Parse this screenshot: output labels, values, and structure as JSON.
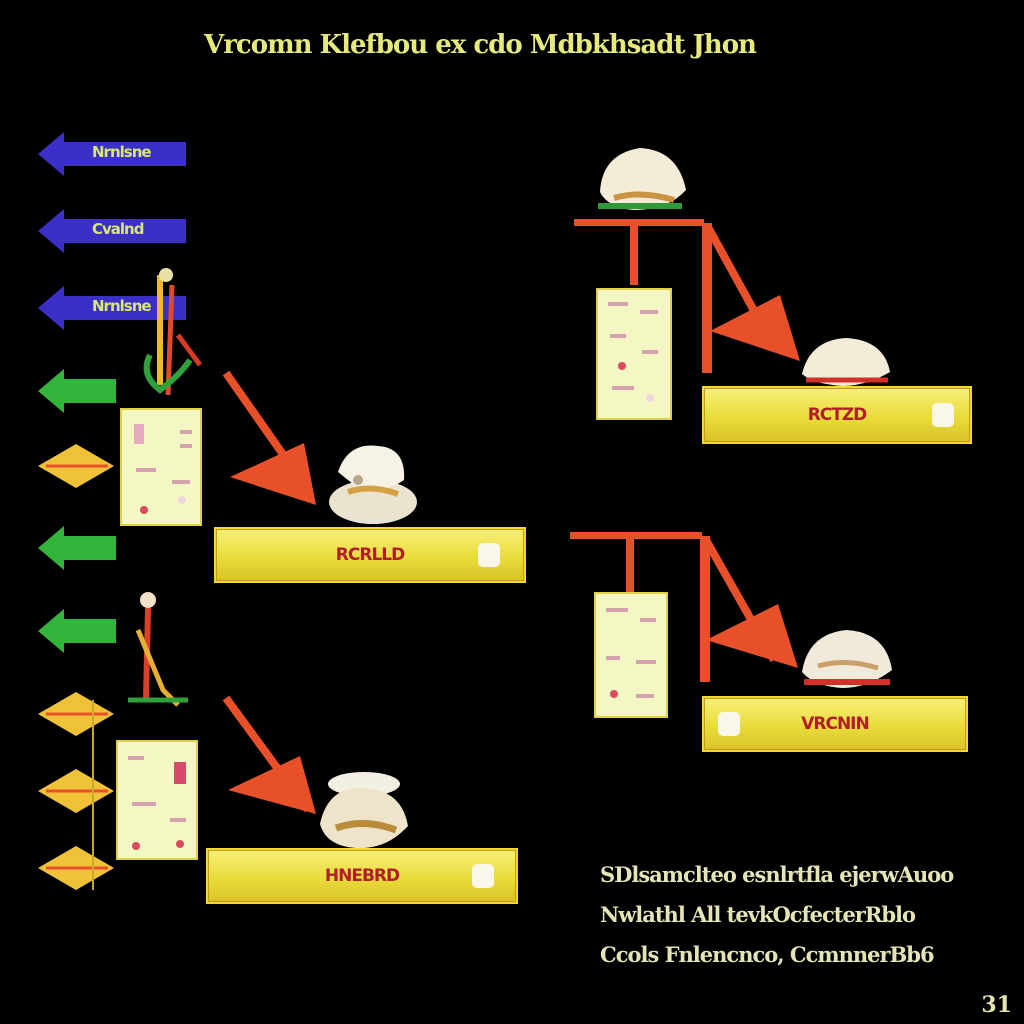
{
  "title": "Vrcomn Klefbou ex cdo Mdbkhsadt Jhon",
  "left_arrows": [
    {
      "label": "Nrnlsne",
      "color": "#3b2fc8"
    },
    {
      "label": "Cvalnd",
      "color": "#3b2fc8"
    },
    {
      "label": "Nrnlsne",
      "color": "#3b2fc8"
    },
    {
      "label": "",
      "color": "#33b43b"
    },
    {
      "label": "",
      "color": "#f0c238"
    },
    {
      "label": "",
      "color": "#33b43b"
    },
    {
      "label": "",
      "color": "#33b43b"
    },
    {
      "label": "",
      "color": "#f0c238"
    },
    {
      "label": "",
      "color": "#f0c238"
    },
    {
      "label": "",
      "color": "#f0c238"
    }
  ],
  "stations": [
    {
      "label": "RCRLLD"
    },
    {
      "label": "HNEBRD"
    },
    {
      "label": "RCTZD"
    },
    {
      "label": "VRCNIN"
    }
  ],
  "footnote": {
    "line1": "SDlsamclteo esnlrtfla ejerwAuoo",
    "line2": "Nwlathl All tevkOcfecterRblo",
    "line3": "Ccols Fnlencnco, CcmnnerBb6"
  },
  "page_number": "31",
  "colors": {
    "background": "#000000",
    "accent_orange": "#e8502a",
    "bar_yellow": "#efe35a",
    "label_red": "#b21d2a"
  }
}
